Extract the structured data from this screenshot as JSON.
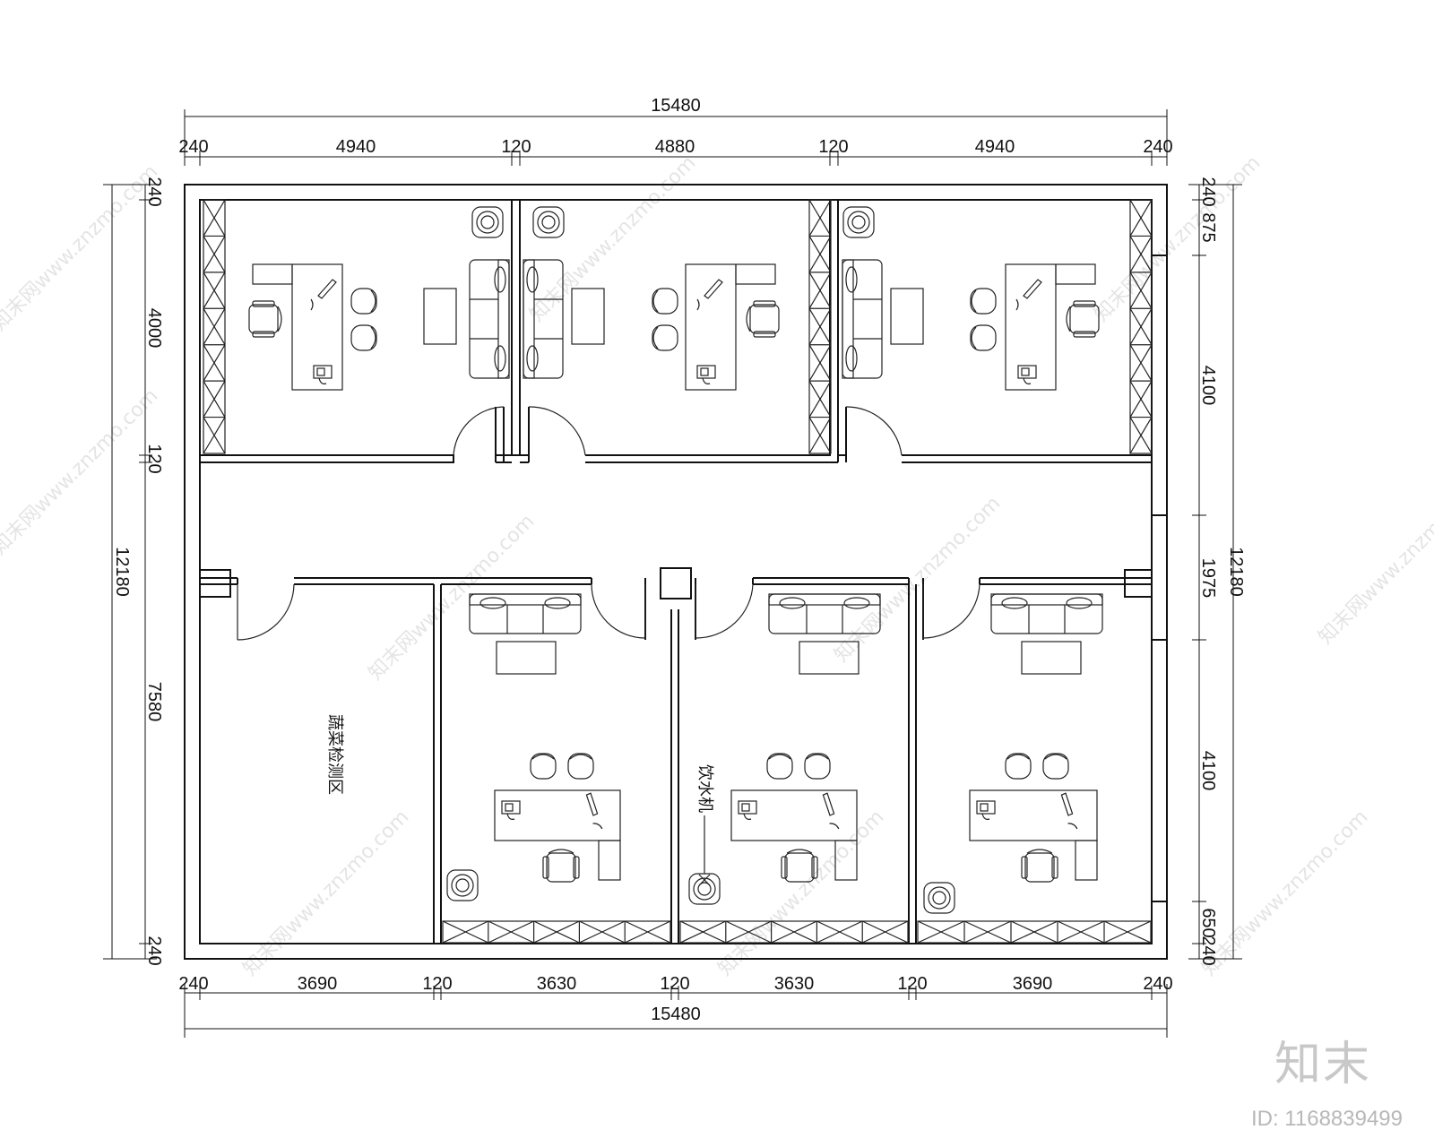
{
  "dimensions": {
    "top_total": "15480",
    "top_segments": [
      "240",
      "4940",
      "120",
      "4880",
      "120",
      "4940",
      "240"
    ],
    "bottom_total": "15480",
    "bottom_segments": [
      "240",
      "3690",
      "120",
      "3630",
      "120",
      "3630",
      "120",
      "3690",
      "240"
    ],
    "left_total": "12180",
    "left_segments": [
      "240",
      "4000",
      "120",
      "7580",
      "240"
    ],
    "right_total": "12180",
    "right_segments": [
      "240",
      "875",
      "4100",
      "1975",
      "4100",
      "650",
      "240"
    ]
  },
  "labels": {
    "vegetable_testing_area": "蔬菜检测区",
    "water_dispenser": "饮水机"
  },
  "watermark": {
    "text": "知末网www.znzmo.com",
    "brand": "知末",
    "id": "ID: 1168839499"
  }
}
